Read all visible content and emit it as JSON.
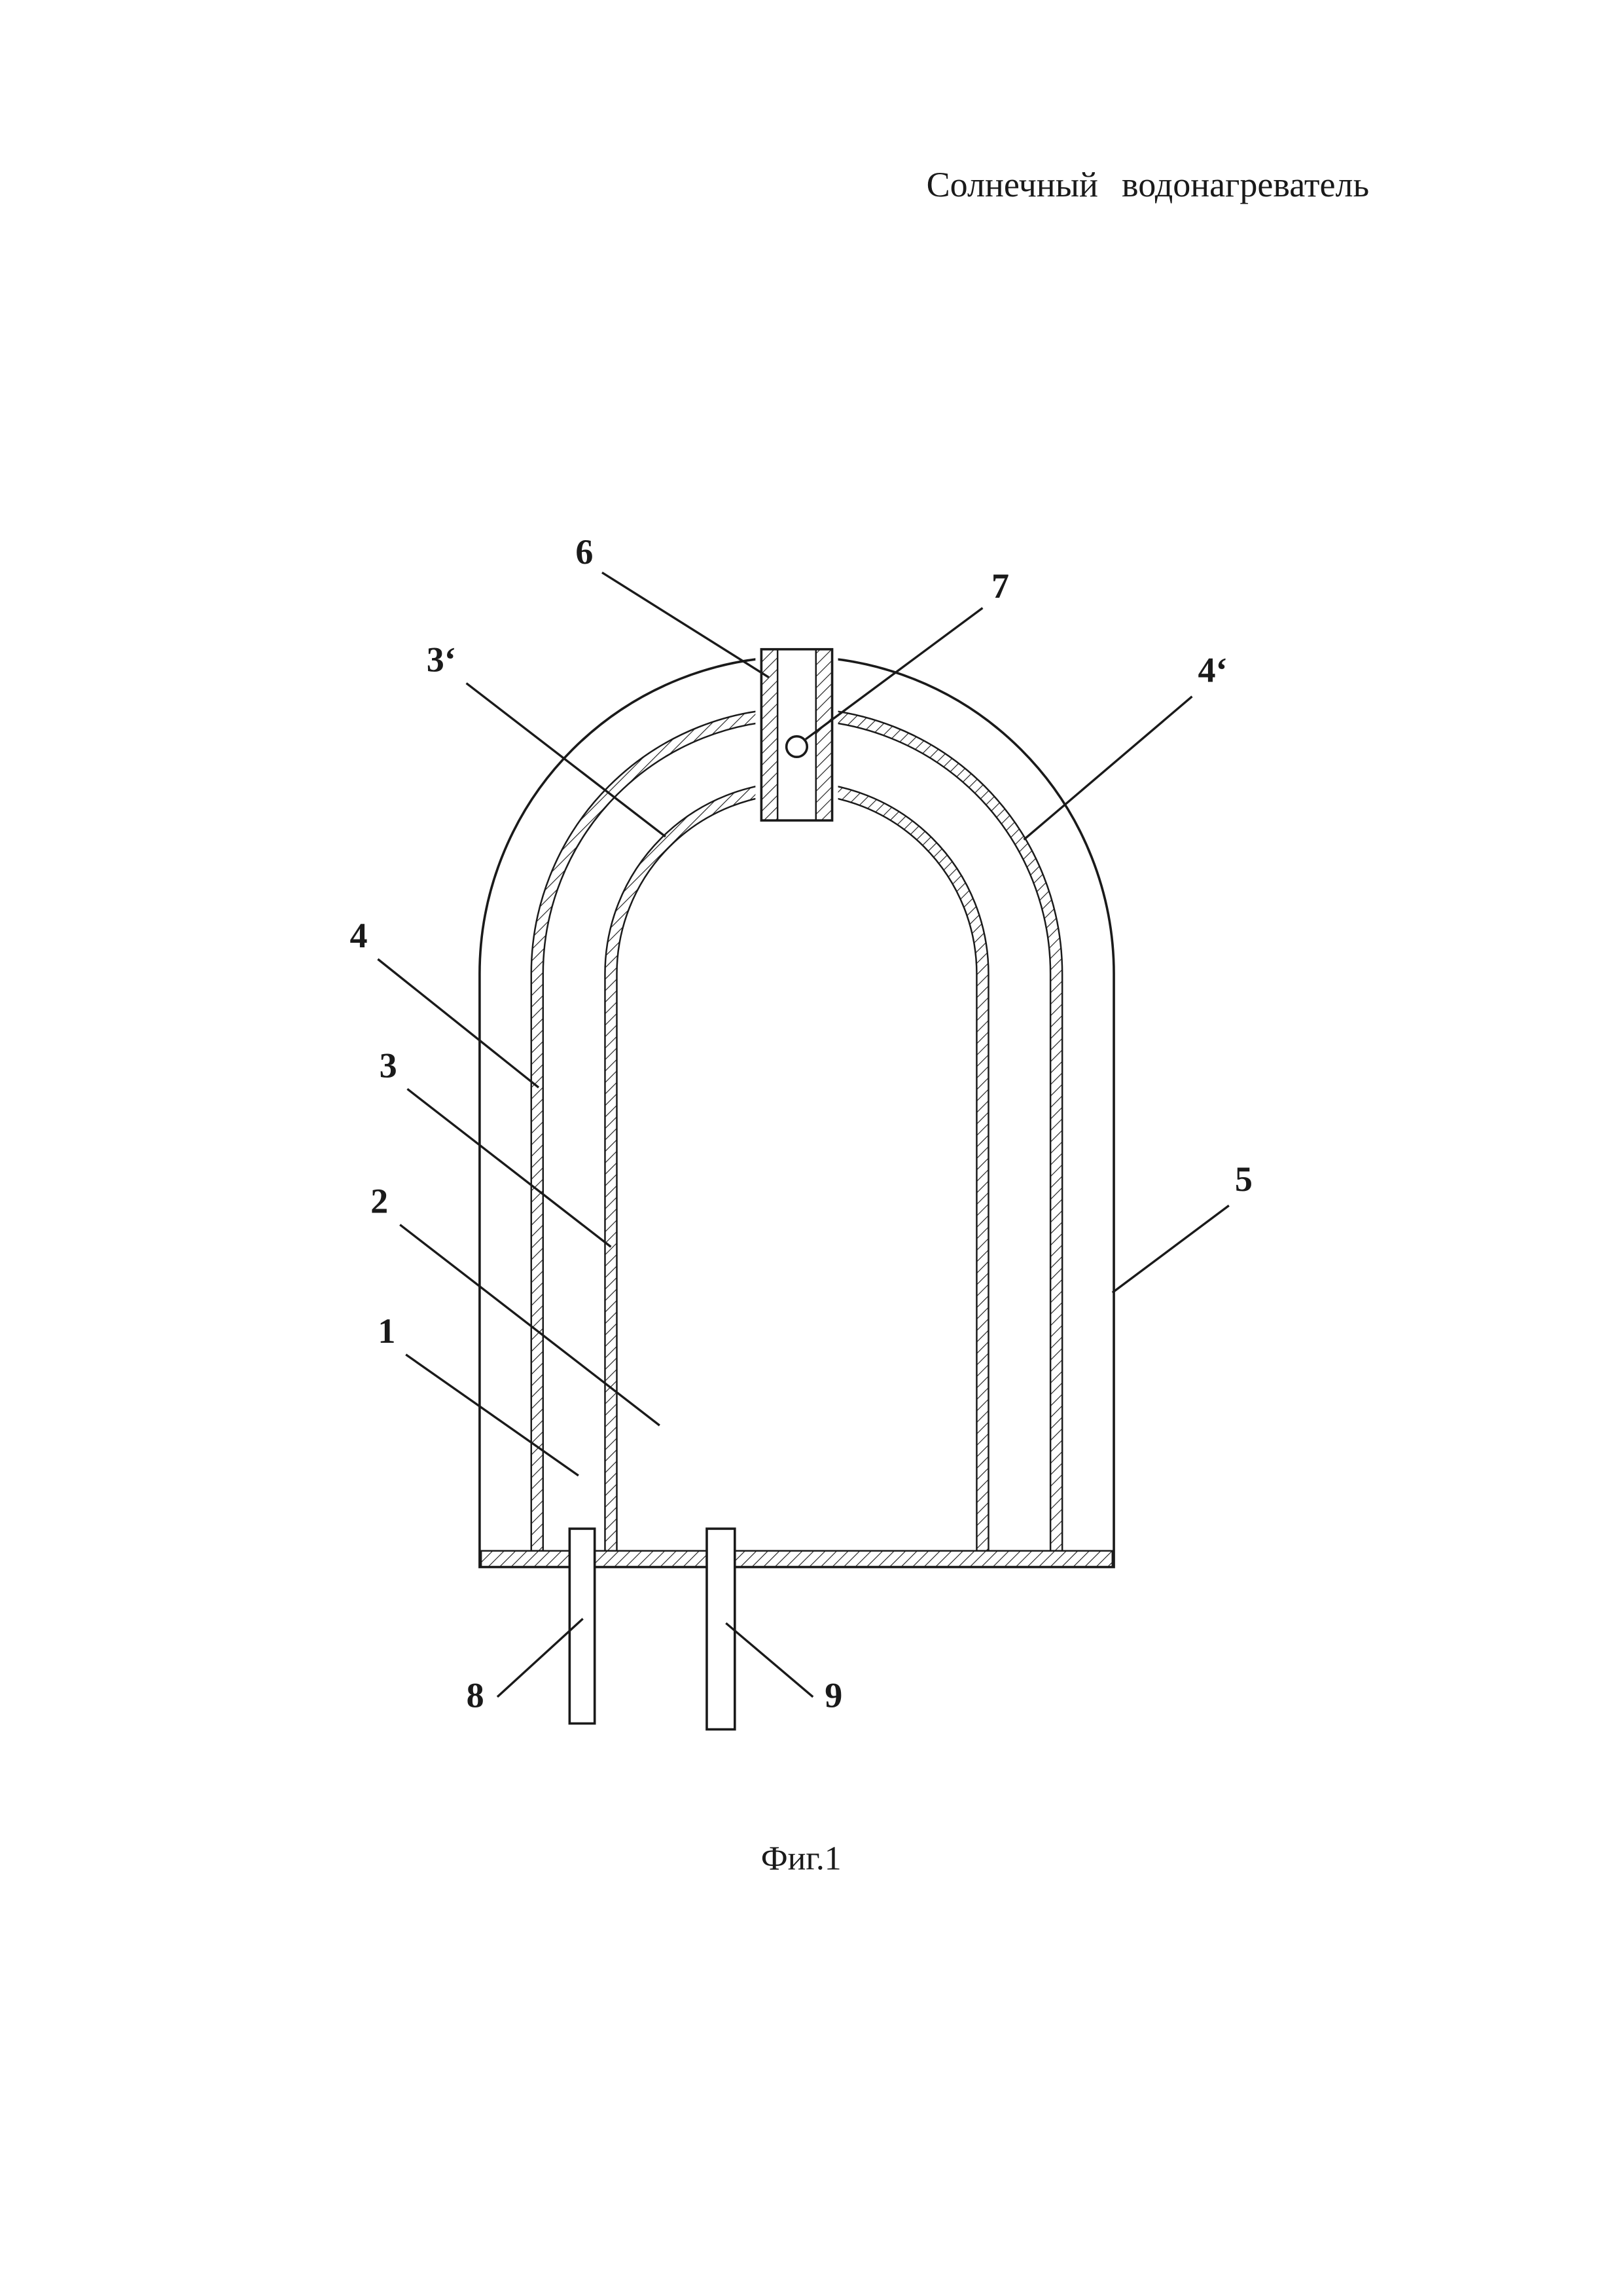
{
  "page": {
    "title": "Солнечный водонагреватель",
    "caption": "Фиг.1"
  },
  "figure": {
    "description": "Patent line drawing: vertical cross-section of a dome-shaped solar water heater with nested hatched walls, a top fitting and two bottom pipes",
    "labels": {
      "n1": "1",
      "n2": "2",
      "n3": "3",
      "n3p": "3‘",
      "n4": "4",
      "n4p": "4‘",
      "n5": "5",
      "n6": "6",
      "n7": "7",
      "n8": "8",
      "n9": "9"
    }
  },
  "colors": {
    "ink": "#1a1a1a",
    "paper": "#ffffff"
  }
}
